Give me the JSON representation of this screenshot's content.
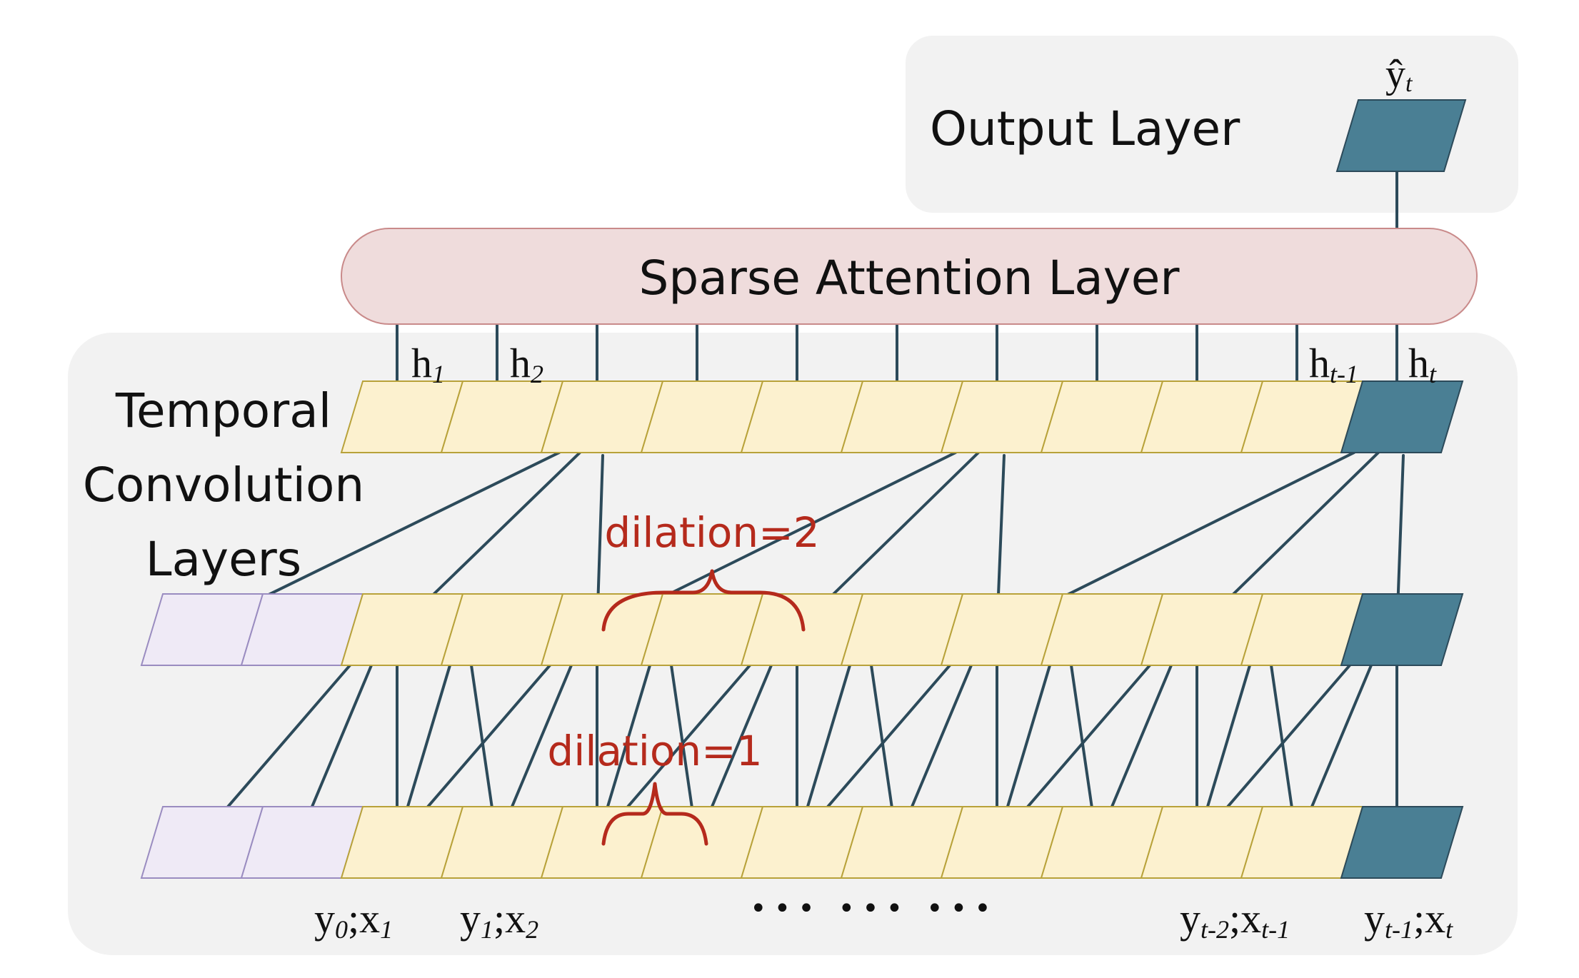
{
  "output_layer": {
    "title": "Output Layer",
    "output_label": "ŷ",
    "output_sub": "t"
  },
  "attention_layer": {
    "title": "Sparse Attention Layer"
  },
  "tcn": {
    "title_lines": [
      "Temporal",
      "Convolution",
      "Layers"
    ],
    "hidden_labels": [
      {
        "base": "h",
        "sub": "1"
      },
      {
        "base": "h",
        "sub": "2"
      },
      {
        "base": "h",
        "sub": "t-1"
      },
      {
        "base": "h",
        "sub": "t"
      }
    ],
    "dilation_top": "dilation=2",
    "dilation_bottom": "dilation=1"
  },
  "input_labels": [
    {
      "y": "y",
      "ysub": "0",
      "x": "x",
      "xsub": "1"
    },
    {
      "y": "y",
      "ysub": "1",
      "x": "x",
      "xsub": "2"
    },
    {
      "y": "y",
      "ysub": "t-2",
      "x": "x",
      "xsub": "t-1"
    },
    {
      "y": "y",
      "ysub": "t-1",
      "x": "x",
      "xsub": "t"
    }
  ],
  "ellipsis": "••• ••• •••",
  "colors": {
    "cell_fill": "#fcf1cf",
    "cell_stroke": "#b8a23a",
    "pad_fill": "#efeaf6",
    "pad_stroke": "#9a8cc0",
    "final_fill": "#4a7f94",
    "line": "#2c4a5a",
    "panel": "#f2f2f2",
    "attention_fill": "#efdcdc",
    "attention_stroke": "#c98a8a",
    "dilation_text": "#b52a1c"
  }
}
